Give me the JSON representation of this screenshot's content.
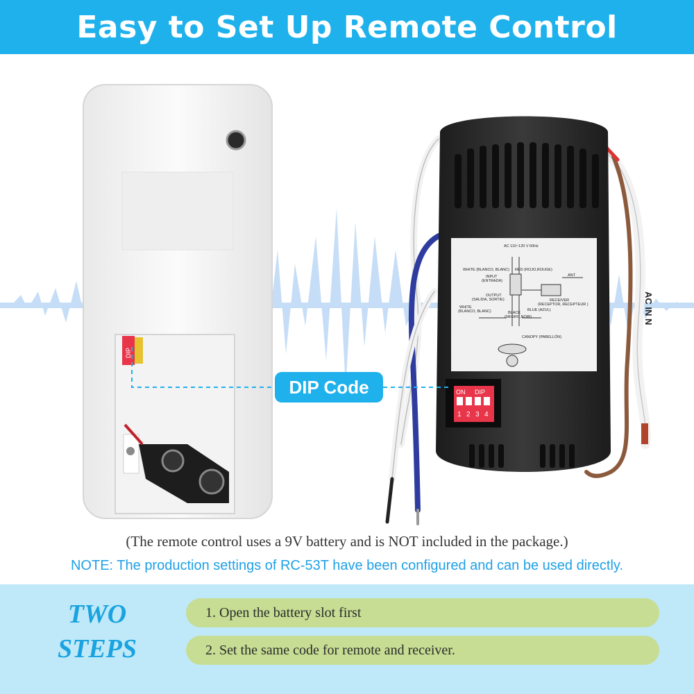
{
  "header": {
    "title": "Easy to Set Up Remote Control"
  },
  "callout": {
    "dip_label": "DIP Code"
  },
  "remote": {
    "switch_label": "DIP"
  },
  "receiver": {
    "dip_switch": {
      "on_label": "ON",
      "dip_label": "DIP",
      "positions": [
        "1",
        "2",
        "3",
        "4"
      ]
    },
    "wire_label": "AC IN N",
    "wiring_diagram": {
      "rating": "AC 110~120 V 60Hz",
      "white_in": "WHITE (BLANCO, BLANC)",
      "red": "RED (ROJO,ROUGE)",
      "input": "INPUT",
      "input_sub": "(ENTRADA)",
      "ant": "ANT",
      "output": "OUTPUT",
      "output_sub": "(SALIDA, SORTIE)",
      "receiver": "RECEIVER",
      "receiver_sub": "(RECEPTOR, RECEPTEUR )",
      "white_out": "WHITE",
      "white_out_sub": "(BLANCO, BLANC)",
      "black": "BLACK",
      "black_sub": "(NEGRO,NOIR)",
      "blue": "BLUE (AZUL)",
      "canopy": "CANOPY (PABELLÓN)"
    }
  },
  "caption": "(The remote control uses a 9V battery and is NOT included in the package.)",
  "note": "NOTE: The production settings of RC-53T have been configured and can be used directly.",
  "steps": {
    "heading_line1": "TWO",
    "heading_line2": "STEPS",
    "items": [
      {
        "text": "1. Open the battery slot first"
      },
      {
        "text": "2. Set the same code for remote and receiver."
      }
    ]
  },
  "colors": {
    "accent_blue": "#1fb1ec",
    "step_green": "#c6dd93",
    "panel_blue": "#bfe9f8",
    "switch_red": "#e8354a"
  }
}
